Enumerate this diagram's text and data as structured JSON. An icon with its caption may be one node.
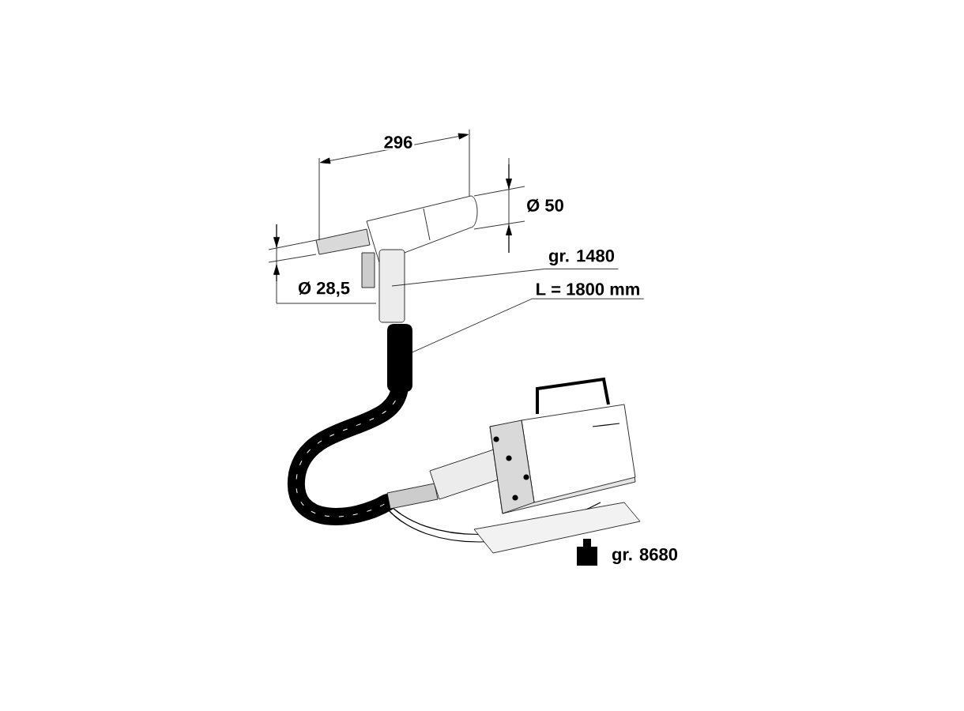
{
  "diagram": {
    "nodes": [
      {
        "text": [
          "gr. 1480"
        ]
      },
      {
        "text": [
          "L = 1800 mm"
        ]
      },
      {
        "text": [],
        "shape": "box"
      },
      {
        "text": [],
        "shape": "box"
      }
    ],
    "edges": [
      {
        "from": 0,
        "to": 2,
        "arrow": "none"
      },
      {
        "from": 1,
        "to": 3,
        "arrow": "none"
      }
    ],
    "labels": [
      "296",
      "Ø 50",
      "Ø 28,5",
      "gr. 8680"
    ]
  }
}
